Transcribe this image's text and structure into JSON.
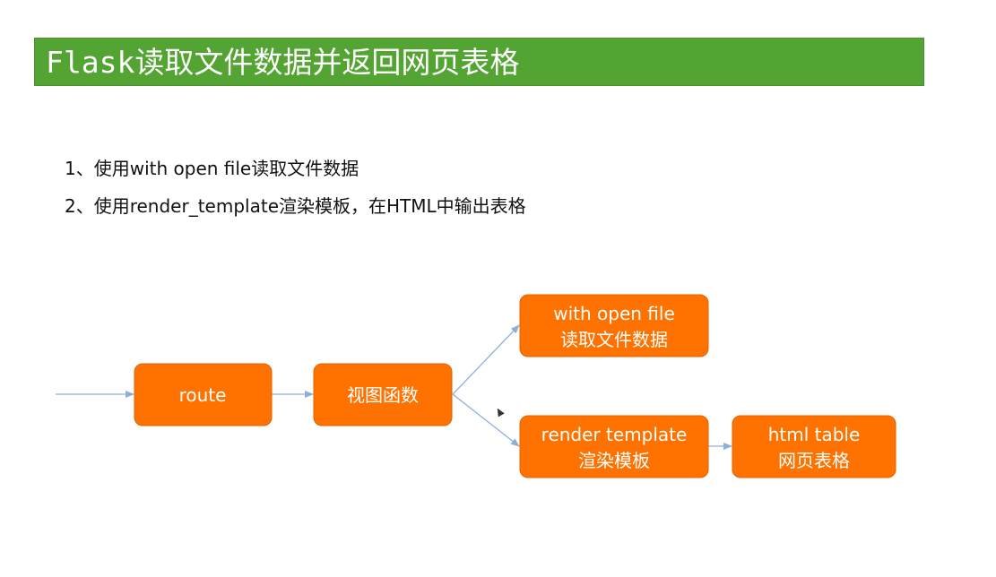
{
  "slide": {
    "title": "Flask读取文件数据并返回网页表格",
    "bullets": [
      "1、使用with open file读取文件数据",
      "2、使用render_template渲染模板，在HTML中输出表格"
    ]
  },
  "diagram": {
    "nodes": {
      "route": {
        "lines": [
          "route"
        ]
      },
      "view": {
        "lines": [
          "视图函数"
        ]
      },
      "withopen": {
        "lines": [
          "with open file",
          "读取文件数据"
        ]
      },
      "render": {
        "lines": [
          "render template",
          "渲染模板"
        ]
      },
      "htmltable": {
        "lines": [
          "html table",
          "网页表格"
        ]
      }
    },
    "edges": [
      {
        "from": "start",
        "to": "route"
      },
      {
        "from": "route",
        "to": "view"
      },
      {
        "from": "view",
        "to": "withopen"
      },
      {
        "from": "view",
        "to": "render"
      },
      {
        "from": "render",
        "to": "htmltable"
      }
    ]
  },
  "colors": {
    "title_bg": "#53a432",
    "node_fill": "#ff7200",
    "edge": "#8eb0d6"
  },
  "icons": {
    "cursor": "mouse-pointer-icon"
  }
}
